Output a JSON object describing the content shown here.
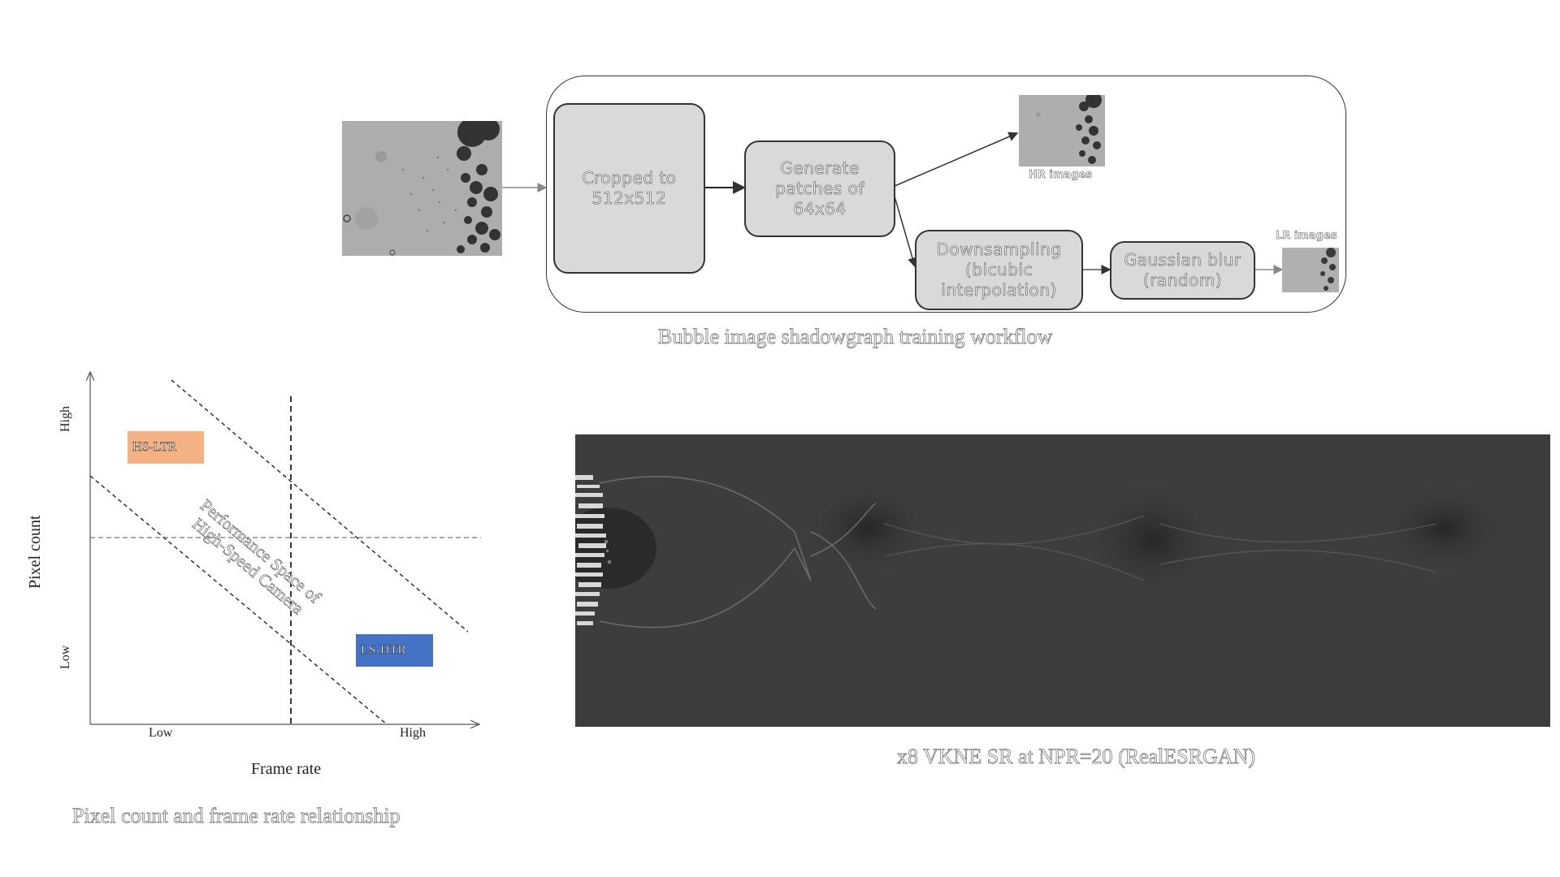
{
  "workflow": {
    "caption": "Bubble image shadowgraph training workflow",
    "step_crop": "Cropped to 512x512",
    "step_patches": "Generate patches of 64x64",
    "step_downsample": "Downsampling (bicubic interpolation)",
    "step_blur": "Gaussian blur (random)",
    "hr_label": "HR images",
    "lr_label": "LR images"
  },
  "tradeoff": {
    "caption": "Pixel count and frame rate relationship",
    "ylabel": "Pixel count",
    "xlabel": "Frame rate",
    "y_high": "High",
    "y_low": "Low",
    "x_low": "Low",
    "x_high": "High",
    "hs_ltr": "HS-LTR",
    "ls_htr": "LS-HTR",
    "band_label": "Performance Space of High-Speed Camera",
    "colors": {
      "hs_ltr": "#f4b183",
      "ls_htr": "#4472c4"
    }
  },
  "sr": {
    "caption": "x8 VKNE SR at NPR=20 (RealESRGAN)"
  }
}
